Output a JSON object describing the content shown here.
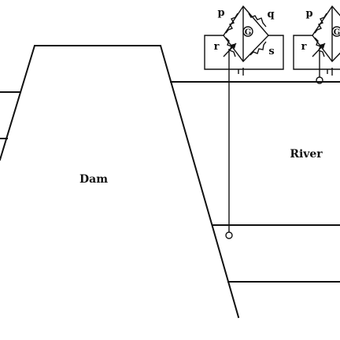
{
  "dam": {
    "label": "Dam"
  },
  "river": {
    "label": "River"
  },
  "bridges": [
    {
      "p": "p",
      "q": "q",
      "r": "r",
      "s": "s",
      "g": "G"
    },
    {
      "p": "p",
      "r": "r",
      "g": "G"
    }
  ]
}
